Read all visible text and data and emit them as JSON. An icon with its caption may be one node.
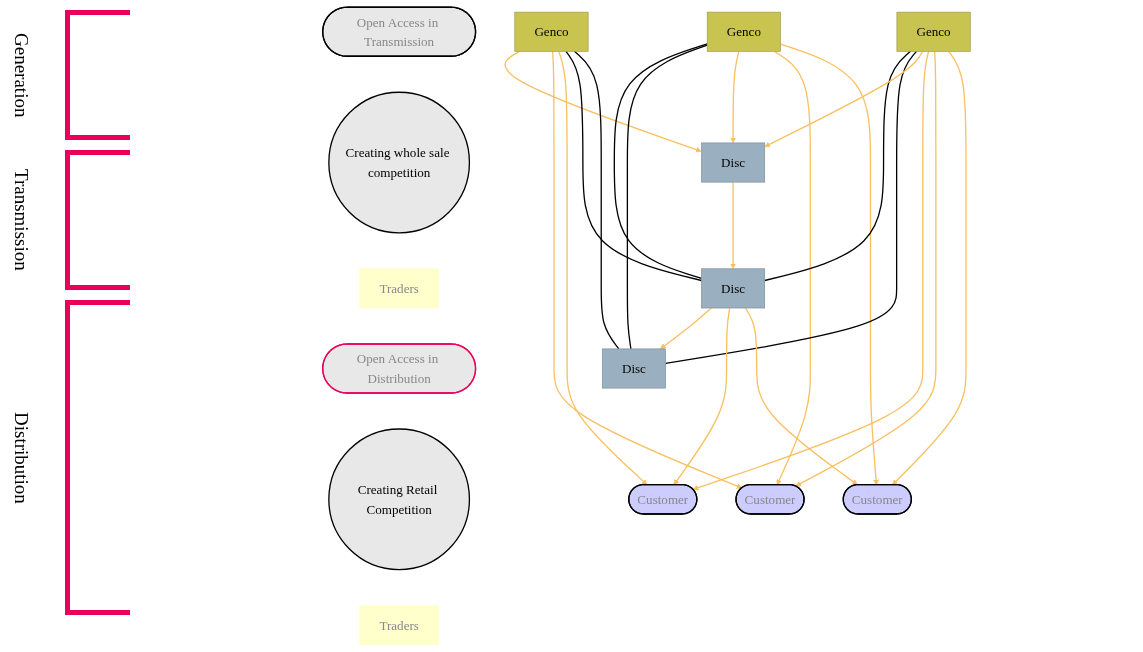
{
  "diagram": {
    "nodes": [
      {
        "text": [
          "Genco"
        ]
      },
      {
        "text": [
          "Genco"
        ]
      },
      {
        "text": [
          "Genco"
        ]
      },
      {
        "text": [
          "Open Access in Transmission"
        ]
      },
      {
        "text": [
          "Creating whole sale competition"
        ]
      },
      {
        "text": [
          "Traders"
        ]
      },
      {
        "text": [
          "Disc"
        ]
      },
      {
        "text": [
          "Disc"
        ]
      },
      {
        "text": [
          "Disc"
        ]
      },
      {
        "text": [
          "Open Access in Distribution"
        ]
      },
      {
        "text": [
          "Creating Retail Competition"
        ]
      },
      {
        "text": [
          "Traders"
        ]
      },
      {
        "text": [
          "Customer"
        ]
      },
      {
        "text": [
          "Customer"
        ]
      },
      {
        "text": [
          "Customer"
        ]
      }
    ],
    "edges": [
      {
        "from": 0,
        "to": 6,
        "arrow": "to"
      },
      {
        "from": 0,
        "to": 13,
        "arrow": "to"
      },
      {
        "from": 0,
        "to": 12,
        "arrow": "to"
      },
      {
        "from": 0,
        "to": 7,
        "arrow": "none",
        "color": "#000000"
      },
      {
        "from": 0,
        "to": 8,
        "arrow": "none",
        "color": "#000000"
      },
      {
        "from": 1,
        "to": 7,
        "arrow": "none",
        "color": "#000000"
      },
      {
        "from": 1,
        "to": 8,
        "arrow": "none",
        "color": "#000000"
      },
      {
        "from": 1,
        "to": 6,
        "arrow": "to"
      },
      {
        "from": 1,
        "to": 13,
        "arrow": "to"
      },
      {
        "from": 1,
        "to": 14,
        "arrow": "to"
      },
      {
        "from": 2,
        "to": 7,
        "arrow": "none",
        "color": "#000000"
      },
      {
        "from": 2,
        "to": 8,
        "arrow": "none",
        "color": "#000000"
      },
      {
        "from": 2,
        "to": 6,
        "arrow": "to"
      },
      {
        "from": 2,
        "to": 12,
        "arrow": "to"
      },
      {
        "from": 2,
        "to": 13,
        "arrow": "to"
      },
      {
        "from": 2,
        "to": 14,
        "arrow": "to"
      },
      {
        "from": 6,
        "to": 7,
        "arrow": "to"
      },
      {
        "from": 7,
        "to": 8,
        "arrow": "to"
      },
      {
        "from": 7,
        "to": 12,
        "arrow": "to"
      },
      {
        "from": 7,
        "to": 14,
        "arrow": "to"
      }
    ],
    "labels": [
      "Generation",
      "Transmission",
      "Distribution"
    ]
  }
}
